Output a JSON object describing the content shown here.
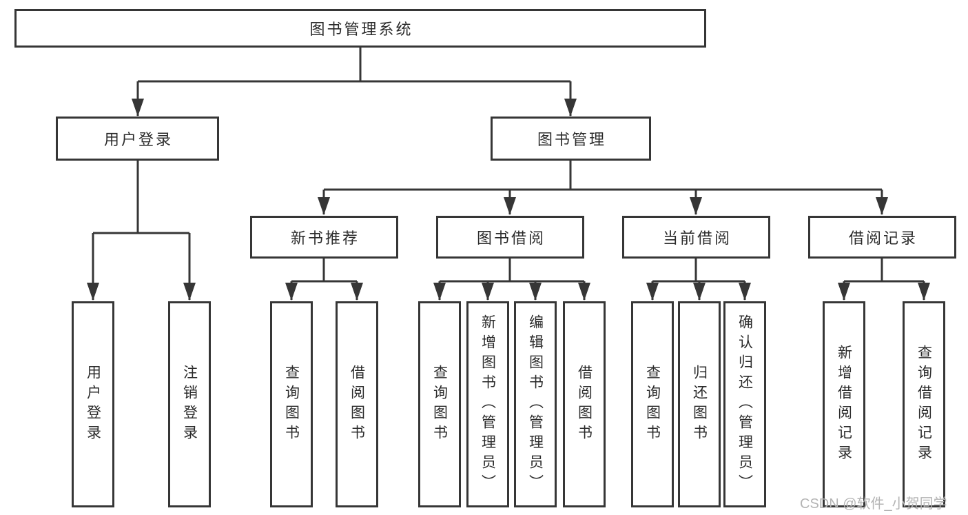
{
  "diagram_title": "图书管理系统",
  "nodes": {
    "root": {
      "label": "图书管理系统"
    },
    "level2": [
      {
        "label": "用户登录"
      },
      {
        "label": "图书管理"
      }
    ],
    "level3": [
      {
        "label": "新书推荐",
        "parent": "图书管理"
      },
      {
        "label": "图书借阅",
        "parent": "图书管理"
      },
      {
        "label": "当前借阅",
        "parent": "图书管理"
      },
      {
        "label": "借阅记录",
        "parent": "图书管理"
      }
    ],
    "leaves": [
      {
        "label": "用户登录",
        "parent": "用户登录"
      },
      {
        "label": "注销登录",
        "parent": "用户登录"
      },
      {
        "label": "查询图书",
        "parent": "新书推荐"
      },
      {
        "label": "借阅图书",
        "parent": "新书推荐"
      },
      {
        "label": "查询图书",
        "parent": "图书借阅"
      },
      {
        "label": "新增图书（管理员）",
        "parent": "图书借阅"
      },
      {
        "label": "编辑图书（管理员）",
        "parent": "图书借阅"
      },
      {
        "label": "借阅图书",
        "parent": "图书借阅"
      },
      {
        "label": "查询图书",
        "parent": "当前借阅"
      },
      {
        "label": "归还图书",
        "parent": "当前借阅"
      },
      {
        "label": "确认归还（管理员）",
        "parent": "当前借阅"
      },
      {
        "label": "新增借阅记录",
        "parent": "借阅记录"
      },
      {
        "label": "查询借阅记录",
        "parent": "借阅记录"
      }
    ]
  },
  "watermark": {
    "text": "CSDN @软件_小贺同学"
  },
  "colors": {
    "background": "#ffffff",
    "box_fill": "#ffffff",
    "box_border": "#363636",
    "connector": "#363636",
    "text": "#2b2b2b",
    "watermark": "#b4b4b4"
  }
}
